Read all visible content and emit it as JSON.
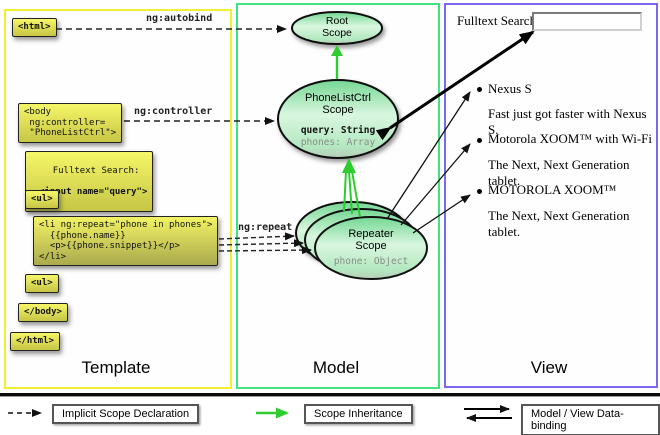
{
  "columns": {
    "template": {
      "label": "Template"
    },
    "model": {
      "label": "Model"
    },
    "view": {
      "label": "View"
    }
  },
  "template": {
    "html_open": "<html>",
    "body_open": "<body\n ng:controller=\n \"PhoneListCtrl\">",
    "fulltext_label": "Fulltext Search:",
    "fulltext_input": "<input name=\"query\">",
    "ul_open": "<ul>",
    "li_repeat": "<li ng:repeat=\"phone in phones\">\n  {{phone.name}}\n  <p>{{phone.snippet}}</p>\n</li>",
    "ul_close": "<ul>",
    "body_close": "</body>",
    "html_close": "</html>",
    "annotation_autobind": "ng:autobind",
    "annotation_controller": "ng:controller",
    "annotation_repeat": "ng:repeat"
  },
  "model": {
    "root_scope": {
      "line1": "Root",
      "line2": "Scope"
    },
    "phonelistctrl_scope": {
      "line1": "PhoneListCtrl",
      "line2": "Scope",
      "query": "query: String",
      "phones": "phones: Array"
    },
    "repeater_scope": {
      "line1": "Repeater",
      "line2": "Scope",
      "phone": "phone: Object"
    }
  },
  "view": {
    "search_label": "Fulltext Search:",
    "search_value": "",
    "items": [
      {
        "title": "Nexus S",
        "description": "Fast just got faster with Nexus S."
      },
      {
        "title": "Motorola XOOM™ with Wi-Fi",
        "description": "The Next, Next Generation tablet."
      },
      {
        "title": "MOTOROLA XOOM™",
        "description": "The Next, Next Generation tablet."
      }
    ]
  },
  "legend": {
    "implicit_scope": "Implicit Scope Declaration",
    "scope_inheritance": "Scope Inheritance",
    "data_binding": "Model / View Data-binding"
  },
  "colors": {
    "template_border": "#f2ef30",
    "model_border": "#40e282",
    "view_border": "#7b68ee",
    "inheritance_arrow": "#2ecc2e",
    "code_box_top": "#f6f668",
    "code_box_bottom": "#c6c545"
  }
}
